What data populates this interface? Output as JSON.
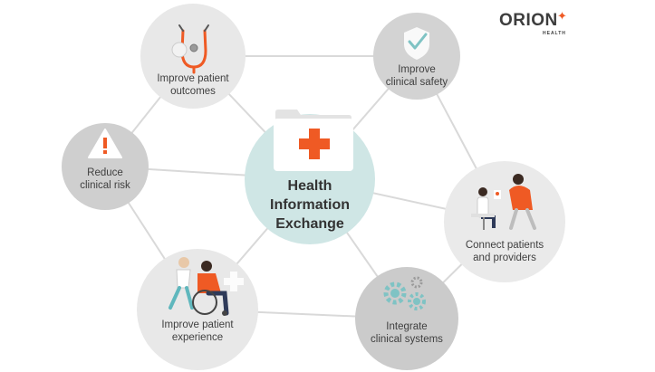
{
  "brand": {
    "name": "ORION",
    "sub": "HEALTH",
    "accent": "#ef5a24"
  },
  "center": {
    "line1": "Health",
    "line2": "Information",
    "line3": "Exchange",
    "color": "#cfe6e5"
  },
  "nodes": [
    {
      "id": "outcomes",
      "line1": "Improve patient",
      "line2": "outcomes",
      "icon": "stethoscope-icon"
    },
    {
      "id": "safety",
      "line1": "Improve",
      "line2": "clinical safety",
      "icon": "shield-check-icon"
    },
    {
      "id": "risk",
      "line1": "Reduce",
      "line2": "clinical risk",
      "icon": "warning-icon"
    },
    {
      "id": "connect",
      "line1": "Connect patients",
      "line2": "and providers",
      "icon": "doctor-patient-illustration"
    },
    {
      "id": "experience",
      "line1": "Improve patient",
      "line2": "experience",
      "icon": "wheelchair-illustration"
    },
    {
      "id": "integrate",
      "line1": "Integrate",
      "line2": "clinical systems",
      "icon": "gears-icon"
    }
  ],
  "colors": {
    "light_node": "#e7e7e7",
    "dark_node": "#cfcfcf",
    "line": "#d6d6d6",
    "cross": "#ef5a24"
  }
}
